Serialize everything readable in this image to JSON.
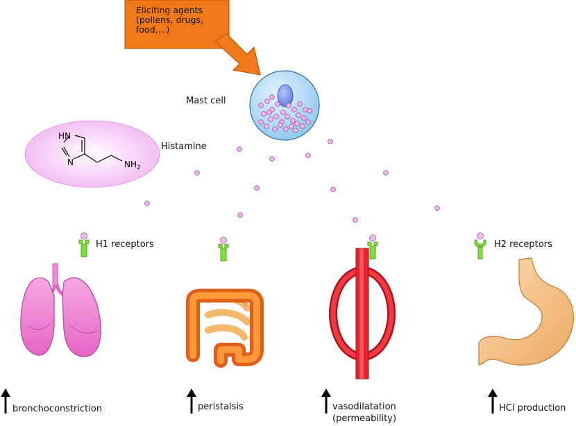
{
  "callout": {
    "text": "Eliciting agents\n(pollens, drugs,\nfood,...)"
  },
  "labels": {
    "mast_cell": "Mast cell",
    "histamine": "Histamine",
    "h1_receptors": "H1 receptors",
    "h2_receptors": "H2 receptors"
  },
  "molecule": {
    "hn": "HN",
    "n": "N",
    "nh2": "NH",
    "sub2": "2"
  },
  "effects": {
    "bronchoconstriction": "bronchoconstriction",
    "peristalsis": "peristalsis",
    "vasodilatation": "vasodilatation",
    "permeability": "(permeability)",
    "hcl": "HCl production"
  },
  "colors": {
    "callout": "#f07a1a",
    "mast_cell": "#a8d4f0",
    "granule": "#f0b8f0",
    "receptor": "#7fe23a",
    "lung": "#f08ad8",
    "intestine": "#f07f1a",
    "vessel": "#e8202a",
    "stomach": "#f5c48a",
    "histamine_ellipse": "#f5c8f5"
  }
}
